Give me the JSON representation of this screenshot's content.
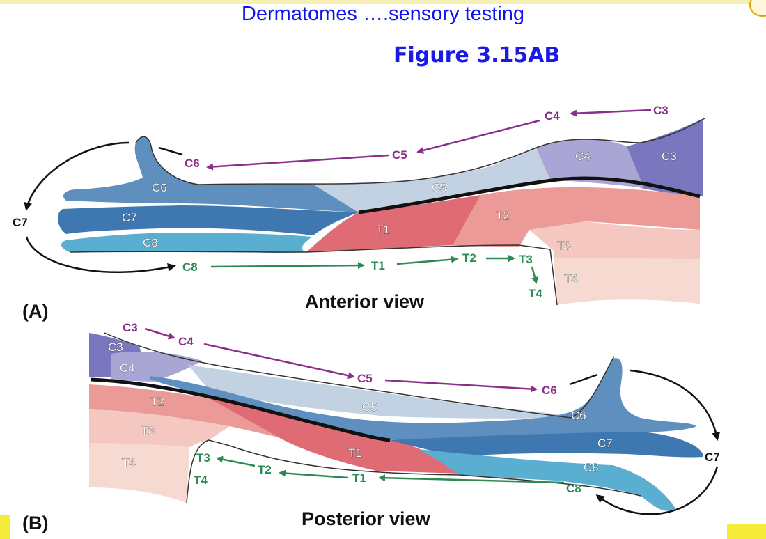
{
  "title": "Dermatomes ….sensory testing",
  "figure": "Figure 3.15AB",
  "panel_a": {
    "letter": "(A)",
    "view": "Anterior view",
    "regions": {
      "c3": "C3",
      "c4": "C4",
      "c5": "C5",
      "c6": "C6",
      "c7": "C7",
      "c8": "C8",
      "t1": "T1",
      "t2": "T2",
      "t3": "T3",
      "t4": "T4"
    },
    "arrows": {
      "c3": "C3",
      "c4": "C4",
      "c5": "C5",
      "c6": "C6",
      "c7": "C7",
      "c8": "C8",
      "t1": "T1",
      "t2": "T2",
      "t3": "T3",
      "t4": "T4"
    }
  },
  "panel_b": {
    "letter": "(B)",
    "view": "Posterior view",
    "regions": {
      "c3": "C3",
      "c4": "C4",
      "c5": "C5",
      "c6": "C6",
      "c7": "C7",
      "c8": "C8",
      "t1": "T1",
      "t2": "T2",
      "t3": "T3",
      "t4": "T4"
    },
    "arrows": {
      "c3": "C3",
      "c4": "C4",
      "c5": "C5",
      "c6": "C6",
      "c7": "C7",
      "c8": "C8",
      "t1": "T1",
      "t2": "T2",
      "t3": "T3",
      "t4": "T4"
    }
  },
  "colors": {
    "c3": "#7a77bf",
    "c4": "#a9a6d6",
    "c5": "#c3d2e2",
    "c6": "#5f8fbf",
    "c7": "#3f78b0",
    "c8": "#5aaed0",
    "t1": "#df6c74",
    "t2": "#ec9a98",
    "t3": "#f4c8c0",
    "t4": "#f6dad2",
    "arrow_purple": "#8a2e8a",
    "arrow_green": "#2e8a55",
    "title_blue": "#1111ee"
  }
}
